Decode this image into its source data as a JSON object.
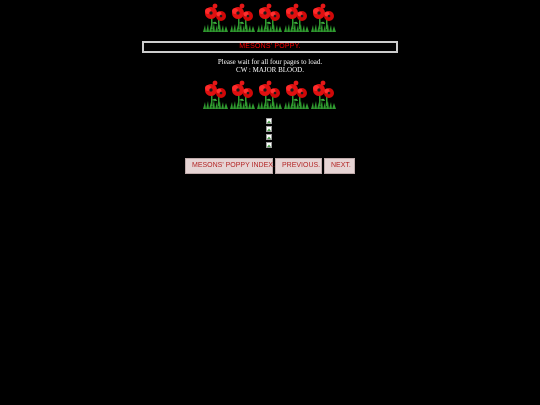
{
  "page": {
    "background": "#000000",
    "title_color": "#ff0000"
  },
  "title_box": {
    "text": "MESONS' POPPY."
  },
  "notice": {
    "line1": "Please wait for all four pages to load.",
    "line2": "CW : MAJOR BLOOD."
  },
  "decorations": {
    "icon": "poppy-flower-icon",
    "rows": [
      {
        "count": 5
      },
      {
        "count": 5
      }
    ]
  },
  "images": {
    "icon": "broken-image-icon",
    "count": 4
  },
  "nav": {
    "index_label": "MESONS' POPPY INDEX.",
    "previous_label": "PREVIOUS.",
    "next_label": "NEXT."
  }
}
